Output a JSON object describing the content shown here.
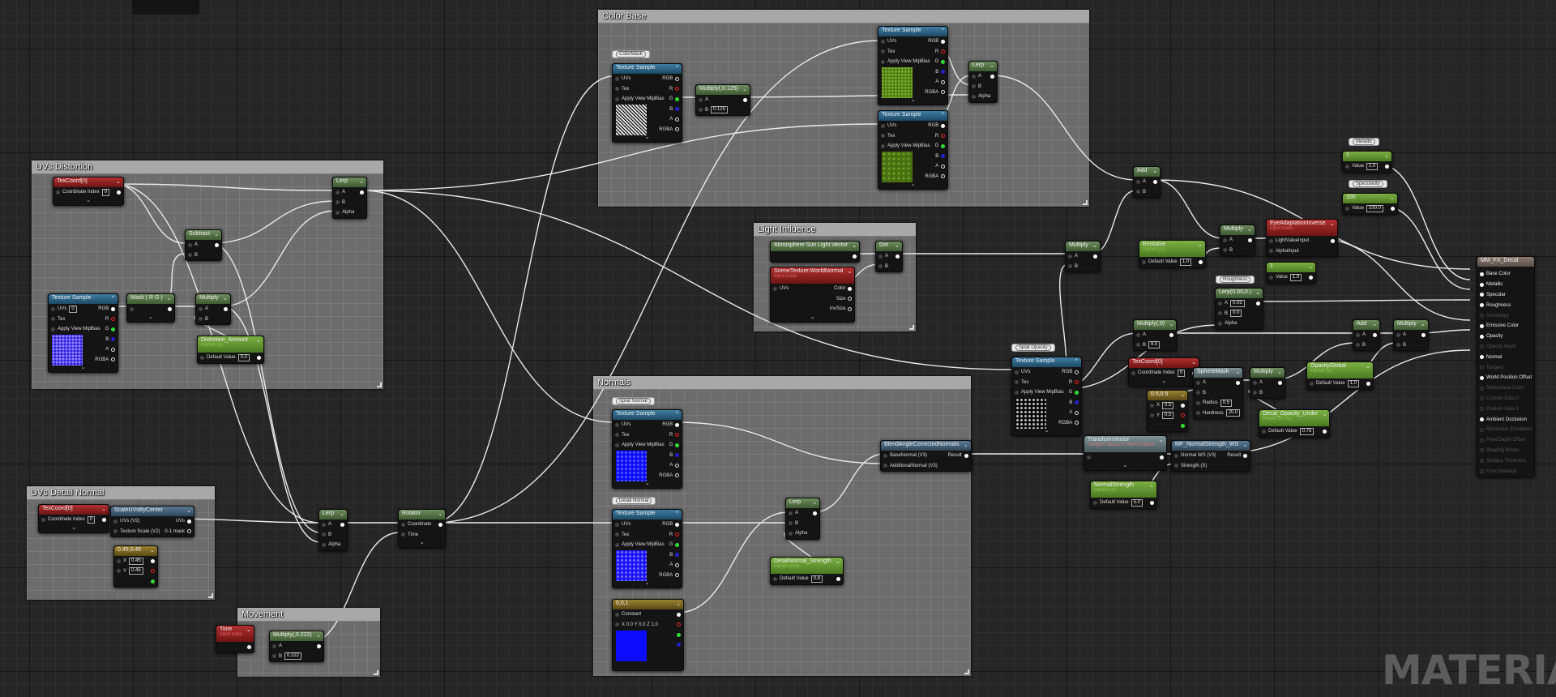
{
  "comments": [
    {
      "title": "Color Base"
    },
    {
      "title": "UVs Distortion"
    },
    {
      "title": "Light Influence"
    },
    {
      "title": "Normals"
    },
    {
      "title": "UVs Detail Normal"
    },
    {
      "title": "Movement"
    }
  ],
  "tags": [
    "ColorMask",
    "Metallic",
    "Specularity",
    "Roughness",
    "Splat Opacity",
    "Splat Normal",
    "Detail Normal"
  ],
  "nodes": [
    {
      "title": "TexCoord[0]",
      "kind": "red",
      "rows": [
        {
          "in": "Coordinate Index",
          "val": "0",
          "out": ""
        }
      ],
      "footer": true
    },
    {
      "title": "Lerp",
      "kind": "green",
      "rows": [
        {
          "in": "A",
          "out": ""
        },
        {
          "in": "B"
        },
        {
          "in": "Alpha"
        }
      ]
    },
    {
      "title": "Subtract",
      "kind": "green",
      "rows": [
        {
          "in": "A",
          "out": ""
        },
        {
          "in": "B"
        }
      ]
    },
    {
      "title": "Texture Sample",
      "kind": "blue",
      "preview": "normal-map",
      "rows": [
        {
          "in": "UVs",
          "val": "0",
          "out": "RGB"
        },
        {
          "in": "Tex",
          "out": "R",
          "oc": "r"
        },
        {
          "in": "Apply View MipBias",
          "out": "G",
          "oc": "g"
        },
        {
          "out": "B",
          "oc": "b"
        },
        {
          "out": "A",
          "oc": "h"
        },
        {
          "out": "RGBA",
          "oc": "h"
        }
      ],
      "footer": true
    },
    {
      "title": "Mask ( R G )",
      "kind": "green",
      "rows": [
        {
          "in": "",
          "out": ""
        }
      ],
      "footer": true
    },
    {
      "title": "Multiply",
      "kind": "green",
      "rows": [
        {
          "in": "A",
          "out": ""
        },
        {
          "in": "B"
        }
      ]
    },
    {
      "title": "Distortion_Amount",
      "sub": "Param (0)",
      "kind": "param",
      "rows": [
        {
          "in": "Default Value",
          "val": "0.0",
          "out": ""
        }
      ]
    },
    {
      "title": "Texture Sample",
      "kind": "blue",
      "preview": "noise",
      "rows": [
        {
          "in": "UVs",
          "out": "RGB",
          "oc": "h"
        },
        {
          "in": "Tex",
          "out": "R",
          "oc": "r"
        },
        {
          "in": "Apply View MipBias",
          "out": "G",
          "oc": "g"
        },
        {
          "out": "B",
          "oc": "b"
        },
        {
          "out": "A",
          "oc": "h"
        },
        {
          "out": "RGBA",
          "oc": "h"
        }
      ],
      "footer": true
    },
    {
      "title": "Multiply(,0.125)",
      "kind": "green",
      "rows": [
        {
          "in": "A",
          "out": ""
        },
        {
          "in": "B",
          "val": "0.125"
        }
      ]
    },
    {
      "title": "Texture Sample",
      "kind": "blue",
      "preview": "grass",
      "rows": [
        {
          "in": "UVs",
          "out": "RGB"
        },
        {
          "in": "Tex",
          "out": "R",
          "oc": "r"
        },
        {
          "in": "Apply View MipBias",
          "out": "G",
          "oc": "g"
        },
        {
          "out": "B",
          "oc": "b"
        },
        {
          "out": "A",
          "oc": "h"
        },
        {
          "out": "RGBA",
          "oc": "h"
        }
      ],
      "footer": true
    },
    {
      "title": "Texture Sample",
      "kind": "blue",
      "preview": "grass-dark",
      "rows": [
        {
          "in": "UVs",
          "out": "RGB"
        },
        {
          "in": "Tex",
          "out": "R",
          "oc": "r"
        },
        {
          "in": "Apply View MipBias",
          "out": "G",
          "oc": "g"
        },
        {
          "out": "B",
          "oc": "b"
        },
        {
          "out": "A",
          "oc": "h"
        },
        {
          "out": "RGBA",
          "oc": "h"
        }
      ],
      "footer": true
    },
    {
      "title": "Lerp",
      "kind": "green",
      "rows": [
        {
          "in": "A",
          "out": ""
        },
        {
          "in": "B"
        },
        {
          "in": "Alpha"
        }
      ]
    },
    {
      "title": "Atmosphere Sun Light Vector",
      "kind": "green",
      "rows": [
        {
          "out": ""
        }
      ]
    },
    {
      "title": "SceneTexture:WorldNormal",
      "sub": "Input Data",
      "kind": "red",
      "rows": [
        {
          "in": "UVs",
          "out": "Color"
        },
        {
          "out": "Size",
          "oc": "h"
        },
        {
          "out": "InvSize",
          "oc": "h"
        }
      ],
      "footer": true
    },
    {
      "title": "Dot",
      "kind": "green",
      "rows": [
        {
          "in": "A",
          "out": ""
        },
        {
          "in": "B"
        }
      ]
    },
    {
      "title": "Multiply",
      "kind": "green",
      "rows": [
        {
          "in": "A",
          "out": ""
        },
        {
          "in": "B"
        }
      ]
    },
    {
      "title": "Add",
      "kind": "green",
      "rows": [
        {
          "in": "A",
          "out": ""
        },
        {
          "in": "B"
        }
      ]
    },
    {
      "title": "1",
      "kind": "param",
      "rows": [
        {
          "in": "Value",
          "val": "1.0",
          "out": ""
        }
      ]
    },
    {
      "title": "100",
      "kind": "param",
      "rows": [
        {
          "in": "Value",
          "val": "100.0",
          "out": ""
        }
      ]
    },
    {
      "title": "Multiply",
      "kind": "green",
      "rows": [
        {
          "in": "A",
          "out": ""
        },
        {
          "in": "B"
        }
      ]
    },
    {
      "title": "EyeAdaptationInverse",
      "sub": "Input Data",
      "kind": "red",
      "rows": [
        {
          "in": "LightValueInput",
          "out": ""
        },
        {
          "in": "AlphaInput"
        }
      ]
    },
    {
      "title": "Emissive",
      "sub": "Param (1)",
      "kind": "param",
      "rows": [
        {
          "in": "Default Value",
          "val": "1.0",
          "out": ""
        }
      ]
    },
    {
      "title": "1",
      "kind": "param",
      "rows": [
        {
          "in": "Value",
          "val": "1.0",
          "out": ""
        }
      ]
    },
    {
      "title": "Lerp(0.05,0.)",
      "kind": "green",
      "rows": [
        {
          "in": "A",
          "val": "0.05",
          "out": ""
        },
        {
          "in": "B",
          "val": "0.0"
        },
        {
          "in": "Alpha"
        }
      ]
    },
    {
      "title": "Multiply(,9)",
      "kind": "green",
      "rows": [
        {
          "in": "A",
          "out": ""
        },
        {
          "in": "B",
          "val": "9.0"
        }
      ]
    },
    {
      "title": "Add",
      "kind": "green",
      "rows": [
        {
          "in": "A",
          "out": ""
        },
        {
          "in": "B"
        }
      ]
    },
    {
      "title": "Multiply",
      "kind": "green",
      "rows": [
        {
          "in": "A",
          "out": ""
        },
        {
          "in": "B"
        }
      ]
    },
    {
      "title": "Texture Sample",
      "kind": "blue",
      "preview": "splat",
      "rows": [
        {
          "in": "UVs",
          "out": "RGB",
          "oc": "h"
        },
        {
          "in": "Tex",
          "out": "R",
          "oc": "r"
        },
        {
          "in": "Apply View MipBias",
          "out": "G",
          "oc": "g"
        },
        {
          "out": "B",
          "oc": "b"
        },
        {
          "out": "A",
          "oc": "h"
        },
        {
          "out": "RGBA",
          "oc": "h"
        }
      ],
      "footer": true
    },
    {
      "title": "TexCoord[0]",
      "kind": "red",
      "rows": [
        {
          "in": "Coordinate Index",
          "val": "0",
          "out": ""
        }
      ],
      "footer": true
    },
    {
      "title": "SphereMask",
      "kind": "gray",
      "rows": [
        {
          "in": "A",
          "out": ""
        },
        {
          "in": "B"
        },
        {
          "in": "Radius",
          "val": "0.5"
        },
        {
          "in": "Hardness",
          "val": "20.0"
        }
      ]
    },
    {
      "title": "0.5,0.5",
      "kind": "yellow",
      "rows": [
        {
          "in": "X",
          "val": "0.5",
          "out": ""
        },
        {
          "in": "Y",
          "val": "0.5",
          "out": "",
          "oc": "r"
        },
        {
          "out": "",
          "oc": "g"
        }
      ]
    },
    {
      "title": "Multiply",
      "kind": "green",
      "rows": [
        {
          "in": "A",
          "out": ""
        },
        {
          "in": "B"
        }
      ]
    },
    {
      "title": "OpacityGlobal",
      "sub": "Param (1)",
      "kind": "param",
      "rows": [
        {
          "in": "Default Value",
          "val": "1.0",
          "out": ""
        }
      ]
    },
    {
      "title": "Decal_Opacity_Under",
      "sub": "Param (0.75)",
      "kind": "param",
      "rows": [
        {
          "in": "Default Value",
          "val": "0.75",
          "out": ""
        }
      ]
    },
    {
      "title": "TransformVector",
      "sub": "Tangent Space to World Space",
      "kind": "gray",
      "rows": [
        {
          "in": "",
          "out": ""
        }
      ],
      "footer": true
    },
    {
      "title": "MF_NormalStrength_WS",
      "kind": "steel",
      "rows": [
        {
          "in": "Normal WS (V3)",
          "out": "Result"
        },
        {
          "in": "Strength (S)"
        }
      ]
    },
    {
      "title": "NormalStrength",
      "sub": "Param (5)",
      "kind": "param",
      "rows": [
        {
          "in": "Default Value",
          "val": "5.0",
          "out": ""
        }
      ]
    },
    {
      "title": "Texture Sample",
      "kind": "blue",
      "preview": "splat-normal",
      "rows": [
        {
          "in": "UVs",
          "out": "RGB"
        },
        {
          "in": "Tex",
          "out": "R",
          "oc": "r"
        },
        {
          "in": "Apply View MipBias",
          "out": "G",
          "oc": "g"
        },
        {
          "out": "B",
          "oc": "b"
        },
        {
          "out": "A",
          "oc": "h"
        },
        {
          "out": "RGBA",
          "oc": "h"
        }
      ],
      "footer": true
    },
    {
      "title": "Texture Sample",
      "kind": "blue",
      "preview": "detail-normal",
      "rows": [
        {
          "in": "UVs",
          "out": "RGB"
        },
        {
          "in": "Tex",
          "out": "R",
          "oc": "r"
        },
        {
          "in": "Apply View MipBias",
          "out": "G",
          "oc": "g"
        },
        {
          "out": "B",
          "oc": "b"
        },
        {
          "out": "A",
          "oc": "h"
        },
        {
          "out": "RGBA",
          "oc": "h"
        }
      ],
      "footer": true
    },
    {
      "title": "0,0,1",
      "kind": "yellow",
      "preview": "constant-blue",
      "rows": [
        {
          "in": "Constant",
          "out": ""
        },
        {
          "in": "X 0.0  Y 0.0  Z 1.0",
          "out": "",
          "oc": "r"
        },
        {
          "out": "",
          "oc": "g"
        },
        {
          "out": "",
          "oc": "b"
        },
        {},
        {}
      ]
    },
    {
      "title": "Lerp",
      "kind": "green",
      "rows": [
        {
          "in": "A",
          "out": ""
        },
        {
          "in": "B"
        },
        {
          "in": "Alpha"
        }
      ]
    },
    {
      "title": "DetailNormal_Strength",
      "sub": "Param (0.8)",
      "kind": "param",
      "rows": [
        {
          "in": "Default Value",
          "val": "0.8",
          "out": ""
        }
      ]
    },
    {
      "title": "BlendAngleCorrectedNormals",
      "kind": "steel",
      "rows": [
        {
          "in": "BaseNormal (V3)",
          "out": "Result"
        },
        {
          "in": "AdditionalNormal (V3)"
        }
      ]
    },
    {
      "title": "TexCoord[0]",
      "kind": "red",
      "rows": [
        {
          "in": "Coordinate Index",
          "val": "0",
          "out": ""
        }
      ],
      "footer": true
    },
    {
      "title": "ScaleUVsByCenter",
      "kind": "steel",
      "rows": [
        {
          "in": "UVs (V2)",
          "out": "UVs"
        },
        {
          "in": "Texture Scale (V2)",
          "out": "0-1 mask",
          "oc": "h"
        }
      ]
    },
    {
      "title": "0.45,0.45",
      "kind": "yellow",
      "rows": [
        {
          "in": "X",
          "val": "0.45",
          "out": ""
        },
        {
          "in": "Y",
          "val": "0.45",
          "out": "",
          "oc": "r"
        },
        {
          "out": "",
          "oc": "g"
        }
      ]
    },
    {
      "title": "Lerp",
      "kind": "green",
      "rows": [
        {
          "in": "A",
          "out": ""
        },
        {
          "in": "B"
        },
        {
          "in": "Alpha"
        }
      ]
    },
    {
      "title": "Rotator",
      "kind": "green",
      "rows": [
        {
          "in": "Coordinate",
          "out": ""
        },
        {
          "in": "Time"
        }
      ],
      "footer": true
    },
    {
      "title": "Time",
      "sub": "Input Data",
      "kind": "red",
      "rows": [
        {
          "out": ""
        }
      ]
    },
    {
      "title": "Multiply(,0.222)",
      "kind": "green",
      "rows": [
        {
          "in": "A",
          "out": ""
        },
        {
          "in": "B",
          "val": "0.222"
        }
      ]
    }
  ],
  "output_node": {
    "title": "MM_FX_Decal",
    "pins": [
      {
        "label": "Base Color"
      },
      {
        "label": "Metallic"
      },
      {
        "label": "Specular"
      },
      {
        "label": "Roughness"
      },
      {
        "label": "Anisotropy",
        "disabled": true
      },
      {
        "label": "Emissive Color"
      },
      {
        "label": "Opacity"
      },
      {
        "label": "Opacity Mask",
        "disabled": true
      },
      {
        "label": "Normal"
      },
      {
        "label": "Tangent",
        "disabled": true
      },
      {
        "label": "World Position Offset"
      },
      {
        "label": "Subsurface Color",
        "disabled": true
      },
      {
        "label": "Custom Data 0",
        "disabled": true
      },
      {
        "label": "Custom Data 1",
        "disabled": true
      },
      {
        "label": "Ambient Occlusion"
      },
      {
        "label": "Refraction (Disabled)",
        "disabled": true
      },
      {
        "label": "Pixel Depth Offset",
        "disabled": true
      },
      {
        "label": "Shading Model",
        "disabled": true
      },
      {
        "label": "Surface Thickness",
        "disabled": true
      },
      {
        "label": "Front Material",
        "disabled": true
      }
    ]
  },
  "watermark": "MATERIAL"
}
